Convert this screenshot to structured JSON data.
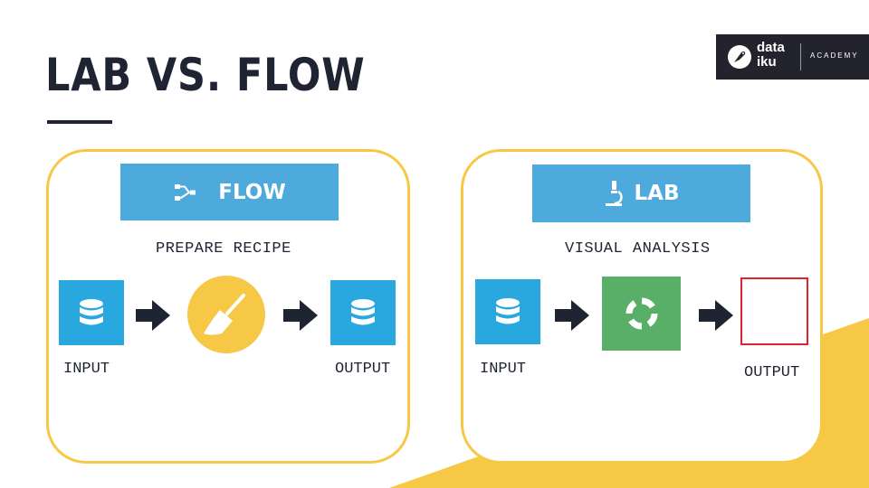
{
  "title": "LAB VS. FLOW",
  "logo": {
    "line1": "data",
    "line2": "iku",
    "suffix": "ACADEMY"
  },
  "flow": {
    "banner": "FLOW",
    "subtitle": "PREPARE RECIPE",
    "input_label": "INPUT",
    "output_label": "OUTPUT"
  },
  "lab": {
    "banner": "LAB",
    "subtitle": "VISUAL ANALYSIS",
    "input_label": "INPUT",
    "output_label": "OUTPUT"
  },
  "colors": {
    "dark": "#1f2433",
    "yellow": "#f6c845",
    "banner_blue": "#4ea9dd",
    "dataset_blue": "#29a8e0",
    "green": "#5aaf68",
    "red": "#e0242a"
  },
  "icons": [
    "flow-icon",
    "microscope-icon",
    "database-icon",
    "broom-icon",
    "arrow-right-icon",
    "analysis-ring-icon"
  ]
}
